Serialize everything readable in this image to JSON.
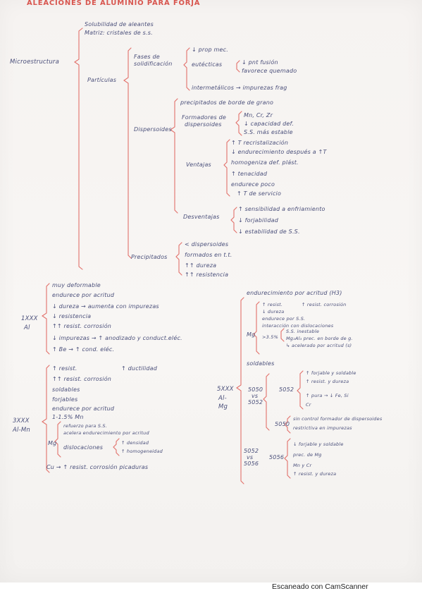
{
  "title": "ALEACIONES DE ALUMINIO PARA FORJA",
  "footer": "Escaneado con CamScanner",
  "colors": {
    "ink": "#4a4f7a",
    "bracket": "#e2706a",
    "title": "#d8564f",
    "paper": "#f6f3f1"
  },
  "microestructura": {
    "label": "Microestructura",
    "top": [
      "Solubilidad de aleantes",
      "Matriz: cristales de s.s."
    ],
    "particulas": {
      "label": "Partículas",
      "fases_solidificacion": {
        "label1": "Fases de",
        "label2": "solidificación",
        "first": "↓ prop mec.",
        "eutecticas": "eutécticas",
        "sub1": "↓ pnt fusión",
        "sub2": "favorece quemado",
        "intermetalicos": "intermetálicos → impurezas frag"
      },
      "dispersoides": {
        "label": "Dispersoides",
        "precip": "precipitados de borde de grano",
        "formadores": {
          "l1": "Formadores de",
          "l2": "dispersoides",
          "items": [
            "Mn, Cr, Zr",
            "↓ capacidad def.",
            "S.S. más estable"
          ]
        },
        "ventajas": {
          "label": "Ventajas",
          "items": [
            "↑ T recristalización",
            "↓ endurecimiento después a ↑T",
            "homogeniza def. plást.",
            "↑ tenacidad",
            "endurece poco",
            "↑ T de servicio"
          ]
        },
        "desventajas": {
          "label": "Desventajas",
          "items": [
            "↑ sensibilidad a enfriamiento",
            "↓ forjabilidad",
            "↓ estabilidad de S.S."
          ]
        }
      },
      "precipitados": {
        "label": "Precipitados",
        "items": [
          "< dispersoides",
          "formados en t.t.",
          "↑↑ dureza",
          "↑↑ resistencia"
        ]
      }
    }
  },
  "g1xxx": {
    "label1": "1XXX",
    "label2": "Al",
    "items": [
      "muy deformable",
      "endurece por acritud",
      "↓ dureza → aumenta con impurezas",
      "↓ resistencia",
      "↑↑ resist. corrosión",
      "↓ impurezas → ↑ anodizado y conduct.eléc.",
      "↑ Be → ↑ cond. eléc."
    ]
  },
  "g3xxx": {
    "label1": "3XXX",
    "label2": "Al-Mn",
    "items": [
      "↑ resist.",
      "↑↑ resist. corrosión",
      "soldables",
      "forjables",
      "endurece por acritud",
      "1-1.5% Mn"
    ],
    "ductilidad": "↑ ductilidad",
    "mg": {
      "label": "Mg",
      "r1": "refuerzo para S.S.",
      "r2": "acelera endurecimiento por acritud",
      "disl": "dislocaciones",
      "d1": "↑ densidad",
      "d2": "↑ homogeneidad"
    },
    "cu": "Cu → ↑ resist. corrosión picaduras"
  },
  "g5xxx": {
    "label1": "5XXX",
    "label2": "Al-",
    "label3": "Mg",
    "endurecimiento": "endurecimiento por acritud (H3)",
    "mg": {
      "label": "Mg",
      "items": [
        "↑ resist.",
        "↓ dureza",
        "endurece por S.S.",
        "interacción con dislocaciones"
      ],
      "resist_corr": "↑ resist. corrosión",
      "pct": ">3.5%",
      "sub": [
        "S.S. inestable",
        "Mg₂Al₃ prec. en borde de g.",
        "↳ acelerado por acritud (s)"
      ]
    },
    "soldables": "soldables",
    "cmp1": {
      "l1": "5050",
      "l2": "vs",
      "l3": "5052",
      "a_label": "5052",
      "a_items": [
        "↑ forjable y soldable",
        "↑ resist. y dureza",
        "↑ pura → ↓ Fe, Si",
        "Cr"
      ],
      "b_label": "5050",
      "b_items": [
        "sin control formador de dispersoides",
        "restrictiva en impurezas"
      ]
    },
    "cmp2": {
      "l1": "5052",
      "l2": "vs",
      "l3": "5056",
      "label": "5056",
      "items": [
        "↓ forjable y soldable",
        "prec. de Mg",
        "Mn y Cr",
        "↑ resist. y dureza"
      ]
    }
  }
}
